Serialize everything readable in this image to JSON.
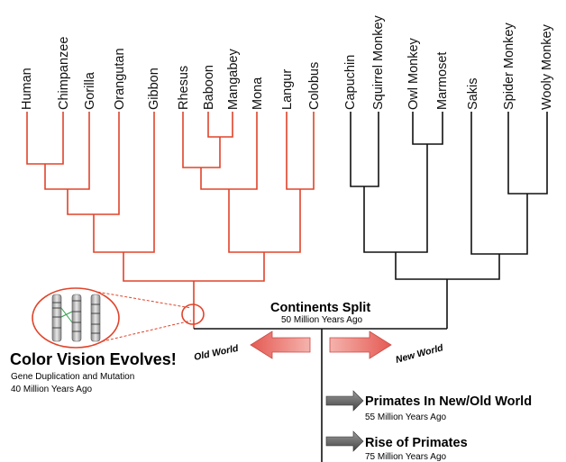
{
  "taxa": {
    "old_world": [
      "Human",
      "Chimpanzee",
      "Gorilla",
      "Orangutan",
      "Gibbon",
      "Rhesus",
      "Baboon",
      "Mangabey",
      "Mona",
      "Langur",
      "Colobus"
    ],
    "new_world": [
      "Capuchin",
      "Squirrel Monkey",
      "Owl Monkey",
      "Marmoset",
      "Sakis",
      "Spider Monkey",
      "Wooly Monkey"
    ]
  },
  "continents_split": {
    "title": "Continents Split",
    "subtitle": "50 Million Years Ago"
  },
  "arrows": {
    "old_world": "Old World",
    "new_world": "New World"
  },
  "color_vision": {
    "title": "Color Vision Evolves!",
    "line1": "Gene Duplication and Mutation",
    "line2": "40 Million Years Ago"
  },
  "timeline": [
    {
      "title": "Primates In New/Old World",
      "subtitle": "55 Million Years Ago"
    },
    {
      "title": "Rise of Primates",
      "subtitle": "75 Million Years Ago"
    }
  ],
  "colors": {
    "old_world": "#e0432a",
    "new_world": "#111111",
    "arrow_fill": "#ef8a84",
    "arrow_dark": "#666666"
  },
  "icons": {
    "chromosome_inset": "chromosome-icon",
    "timeline_arrow": "arrow-right-icon"
  }
}
